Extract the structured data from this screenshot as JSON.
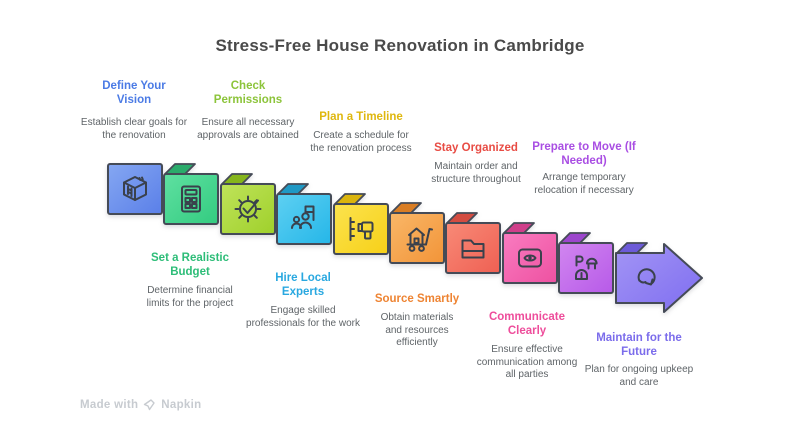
{
  "title": "Stress-Free House Renovation in Cambridge",
  "footer": {
    "made_with": "Made with",
    "brand": "Napkin"
  },
  "steps": [
    {
      "label": "Define Your Vision",
      "description": "Establish clear goals for the renovation",
      "color": "#4b7be5",
      "fill_light": "#85a7f2",
      "fill": "#5a7fe8",
      "fold": "#4a6bd0",
      "icon": "vision-cube-icon",
      "label_position": "top"
    },
    {
      "label": "Set a Realistic Budget",
      "description": "Determine financial limits for the project",
      "color": "#2dbd78",
      "fill_light": "#5fe0a1",
      "fill": "#33cb80",
      "fold": "#2aab6b",
      "icon": "budget-calculator-icon",
      "label_position": "bottom"
    },
    {
      "label": "Check Permissions",
      "description": "Ensure all necessary approvals are obtained",
      "color": "#8cc43a",
      "fill_light": "#bfe35a",
      "fill": "#9fd02b",
      "fold": "#85b51c",
      "icon": "approval-gear-check-icon",
      "label_position": "top"
    },
    {
      "label": "Hire Local Experts",
      "description": "Engage skilled professionals for the work",
      "color": "#29a8e0",
      "fill_light": "#5ed0f2",
      "fill": "#25b6e8",
      "fold": "#1f98c4",
      "icon": "team-flag-icon",
      "label_position": "bottom"
    },
    {
      "label": "Plan a Timeline",
      "description": "Create a schedule for the renovation process",
      "color": "#dfb70e",
      "fill_light": "#fbe34e",
      "fill": "#f7d018",
      "fold": "#dab40d",
      "icon": "drill-checklist-icon",
      "label_position": "top"
    },
    {
      "label": "Source Smartly",
      "description": "Obtain materials and resources efficiently",
      "color": "#ee8433",
      "fill_light": "#f9b768",
      "fill": "#f29438",
      "fold": "#d97d24",
      "icon": "house-cart-icon",
      "label_position": "bottom"
    },
    {
      "label": "Stay Organized",
      "description": "Maintain order and structure throughout",
      "color": "#e84c44",
      "fill_light": "#f88a77",
      "fill": "#ef6053",
      "fold": "#d34c41",
      "icon": "folder-icon",
      "label_position": "top"
    },
    {
      "label": "Communicate Clearly",
      "description": "Ensure effective communication among all parties",
      "color": "#ee4d9b",
      "fill_light": "#f97cc0",
      "fill": "#ee51a1",
      "fold": "#cf3f8a",
      "icon": "eye-frame-icon",
      "label_position": "bottom"
    },
    {
      "label": "Prepare to Move (If Needed)",
      "description": "Arrange temporary relocation if necessary",
      "color": "#a94ee3",
      "fill_light": "#d186f0",
      "fill": "#b75ae8",
      "fold": "#9c46cd",
      "icon": "temporary-housing-icon",
      "label_position": "top"
    },
    {
      "label": "Maintain for the Future",
      "description": "Plan for ongoing upkeep and care",
      "color": "#7b6ceb",
      "fill_light": "#a395f5",
      "fill": "#7e6df0",
      "fold": "#6c5ad8",
      "icon": "renewal-cycle-icon",
      "label_position": "bottom"
    }
  ]
}
